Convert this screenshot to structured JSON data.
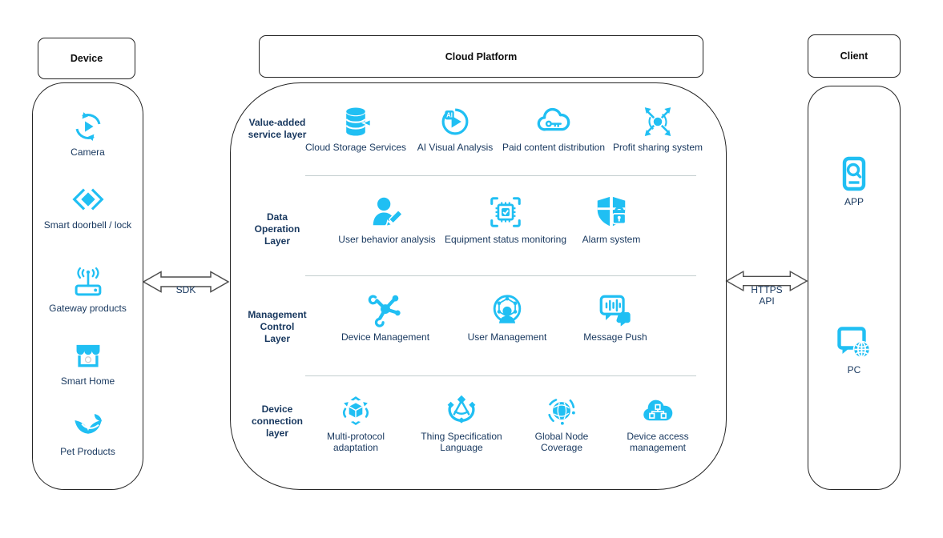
{
  "colors": {
    "accent": "#20BFF3",
    "text": "#17375E",
    "panel_border": "#242424",
    "separator": "#c3cecf",
    "arrow_outline": "#4d4d4d"
  },
  "device_panel": {
    "title": "Device",
    "items": [
      {
        "label": "Camera",
        "icon": "camera-icon"
      },
      {
        "label": "Smart doorbell / lock",
        "icon": "smart-doorbell-lock-icon"
      },
      {
        "label": "Gateway products",
        "icon": "gateway-icon"
      },
      {
        "label": "Smart Home",
        "icon": "smart-home-icon"
      },
      {
        "label": "Pet Products",
        "icon": "pet-products-icon"
      }
    ]
  },
  "connectors": {
    "sdk": {
      "label": "SDK"
    },
    "https_api": {
      "label": "HTTPS\nAPI"
    }
  },
  "cloud_platform": {
    "title": "Cloud Platform",
    "layers": [
      {
        "label": "Value-added\nservice layer",
        "items": [
          {
            "label": "Cloud Storage Services",
            "icon": "cloud-storage-icon"
          },
          {
            "label": "AI Visual Analysis",
            "icon": "ai-visual-analysis-icon",
            "badge": "AI"
          },
          {
            "label": "Paid content distribution",
            "icon": "paid-content-icon"
          },
          {
            "label": "Profit sharing system",
            "icon": "profit-sharing-icon"
          }
        ]
      },
      {
        "label": "Data\nOperation\nLayer",
        "items": [
          {
            "label": "User behavior analysis",
            "icon": "user-behavior-icon"
          },
          {
            "label": "Equipment status monitoring",
            "icon": "equipment-status-icon"
          },
          {
            "label": "Alarm system",
            "icon": "alarm-system-icon"
          }
        ]
      },
      {
        "label": "Management\nControl\nLayer",
        "items": [
          {
            "label": "Device Management",
            "icon": "device-management-icon"
          },
          {
            "label": "User Management",
            "icon": "user-management-icon"
          },
          {
            "label": "Message Push",
            "icon": "message-push-icon"
          }
        ]
      },
      {
        "label": "Device\nconnection\nlayer",
        "items": [
          {
            "label": "Multi-protocol\nadaptation",
            "icon": "multi-protocol-icon"
          },
          {
            "label": "Thing Specification\nLanguage",
            "icon": "thing-spec-icon"
          },
          {
            "label": "Global Node\nCoverage",
            "icon": "global-node-icon"
          },
          {
            "label": "Device access\nmanagement",
            "icon": "device-access-icon"
          }
        ]
      }
    ]
  },
  "client_panel": {
    "title": "Client",
    "items": [
      {
        "label": "APP",
        "icon": "app-icon"
      },
      {
        "label": "PC",
        "icon": "pc-icon"
      }
    ]
  }
}
